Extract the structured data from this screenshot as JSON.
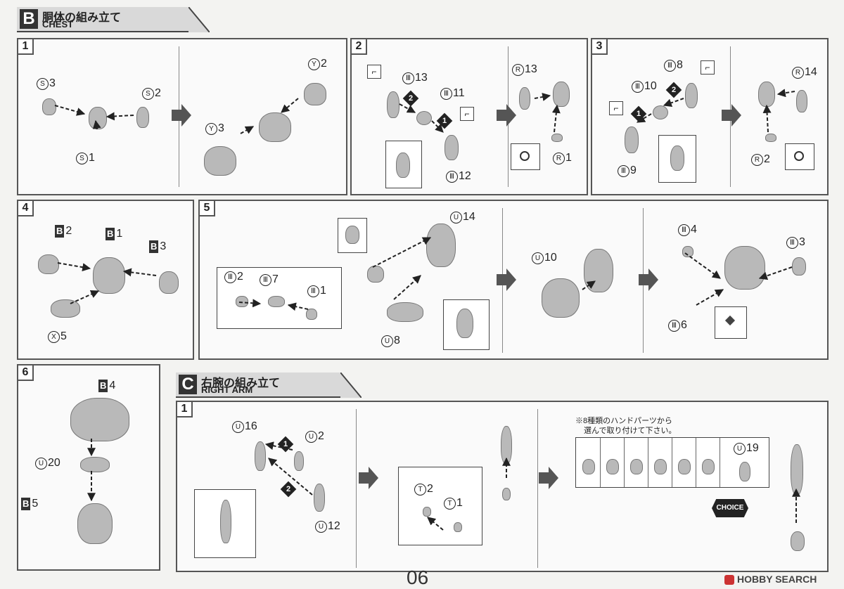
{
  "section_b": {
    "letter": "B",
    "title": "胴体の組み立て",
    "subtitle": "CHEST"
  },
  "section_c": {
    "letter": "C",
    "title": "右腕の組み立て",
    "subtitle": "RIGHT ARM"
  },
  "steps": {
    "b1": "1",
    "b2": "2",
    "b3": "3",
    "b4": "4",
    "b5": "5",
    "b6": "6",
    "c1": "1"
  },
  "labels": {
    "s3": [
      "S",
      "3"
    ],
    "s2": [
      "S",
      "2"
    ],
    "s1": [
      "S",
      "1"
    ],
    "y2": [
      "Y",
      "2"
    ],
    "y3": [
      "Y",
      "3"
    ],
    "t13": [
      "Ⅲ",
      "13"
    ],
    "t11": [
      "Ⅲ",
      "11"
    ],
    "t12": [
      "Ⅲ",
      "12"
    ],
    "r13": [
      "R",
      "13"
    ],
    "r1": [
      "R",
      "1"
    ],
    "t8": [
      "Ⅲ",
      "8"
    ],
    "t10": [
      "Ⅲ",
      "10"
    ],
    "t9": [
      "Ⅲ",
      "9"
    ],
    "r14": [
      "R",
      "14"
    ],
    "r2": [
      "R",
      "2"
    ],
    "b2": [
      "B",
      "2"
    ],
    "b1": [
      "B",
      "1"
    ],
    "b3": [
      "B",
      "3"
    ],
    "x5": [
      "X",
      "5"
    ],
    "u14": [
      "U",
      "14"
    ],
    "t2": [
      "Ⅲ",
      "2"
    ],
    "t7": [
      "Ⅲ",
      "7"
    ],
    "t1": [
      "Ⅲ",
      "1"
    ],
    "u8": [
      "U",
      "8"
    ],
    "u10": [
      "U",
      "10"
    ],
    "t4": [
      "Ⅲ",
      "4"
    ],
    "t3": [
      "Ⅲ",
      "3"
    ],
    "t6": [
      "Ⅲ",
      "6"
    ],
    "b4": [
      "B",
      "4"
    ],
    "u20": [
      "U",
      "20"
    ],
    "b5": [
      "B",
      "5"
    ],
    "u16": [
      "U",
      "16"
    ],
    "u2": [
      "U",
      "2"
    ],
    "u12": [
      "U",
      "12"
    ],
    "tt2": [
      "T",
      "2"
    ],
    "tt1": [
      "T",
      "1"
    ],
    "u19": [
      "U",
      "19"
    ]
  },
  "order_marks": {
    "one": "1",
    "two": "2"
  },
  "hand_note_line1": "※8種類のハンドパーツから",
  "hand_note_line2": "選んで取り付けて下さい。",
  "choice_label": "CHOICE",
  "page_number": "06",
  "watermark": "HOBBY SEARCH",
  "colors": {
    "header_bg": "#d9d9d9",
    "dark": "#333333",
    "part": "#b9b9b9"
  }
}
